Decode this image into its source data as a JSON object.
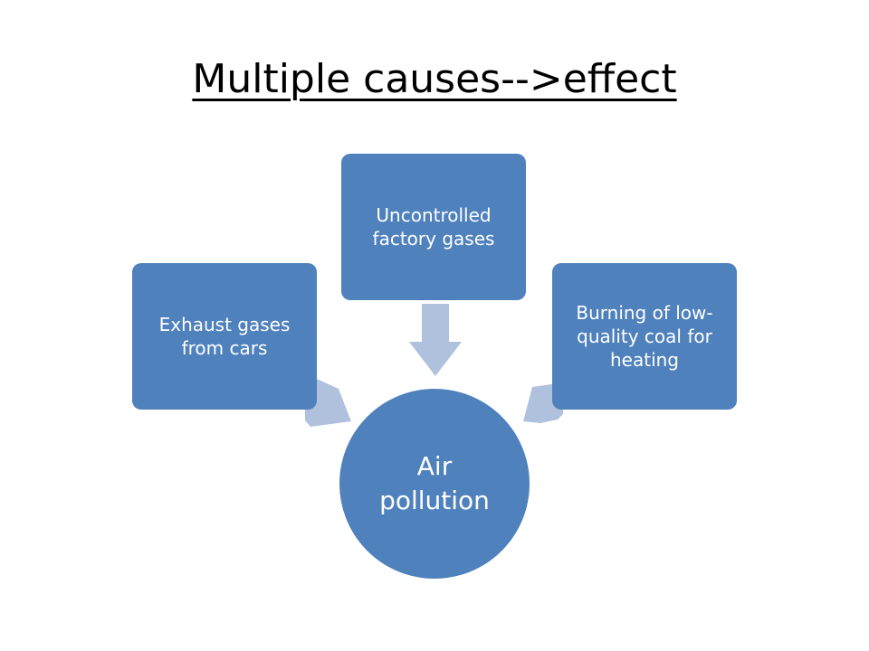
{
  "title": "Multiple causes-->effect",
  "diagram": {
    "effect": {
      "label": "Air pollution"
    },
    "causes": [
      {
        "id": "left",
        "label": "Exhaust gases from cars"
      },
      {
        "id": "top",
        "label": "Uncontrolled factory gases"
      },
      {
        "id": "right",
        "label": "Burning of low-quality coal for heating"
      }
    ],
    "colors": {
      "node_fill": "#4f81bd",
      "arrow_fill": "#b0c1de",
      "node_text": "#ffffff"
    }
  }
}
